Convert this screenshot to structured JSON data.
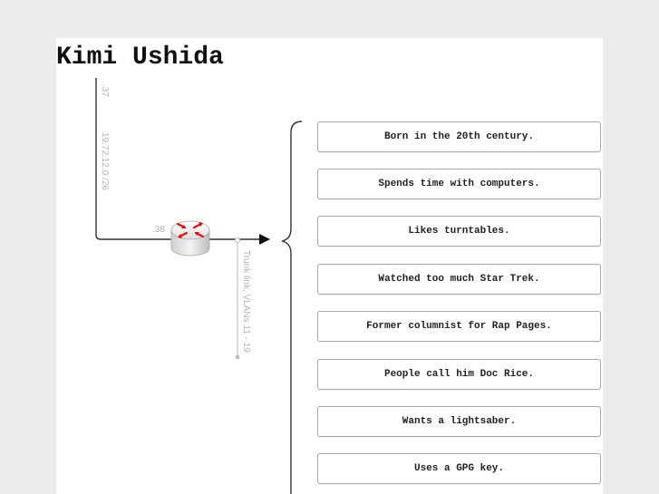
{
  "title": "Kimi Ushida",
  "network": {
    "uplink_port_label": ".37",
    "uplink_subnet_label": "19.72.12.0 /26",
    "router_port_label": ".38",
    "trunk_label": "Trunk link, VLANs 11 - 19",
    "router_icon": "router-icon",
    "router_arrow_color": "#e01010"
  },
  "facts": [
    "Born in the 20th century.",
    "Spends time with computers.",
    "Likes turntables.",
    "Watched too much Star Trek.",
    "Former columnist for Rap Pages.",
    "People call him Doc Rice.",
    "Wants a lightsaber.",
    "Uses a GPG key."
  ]
}
